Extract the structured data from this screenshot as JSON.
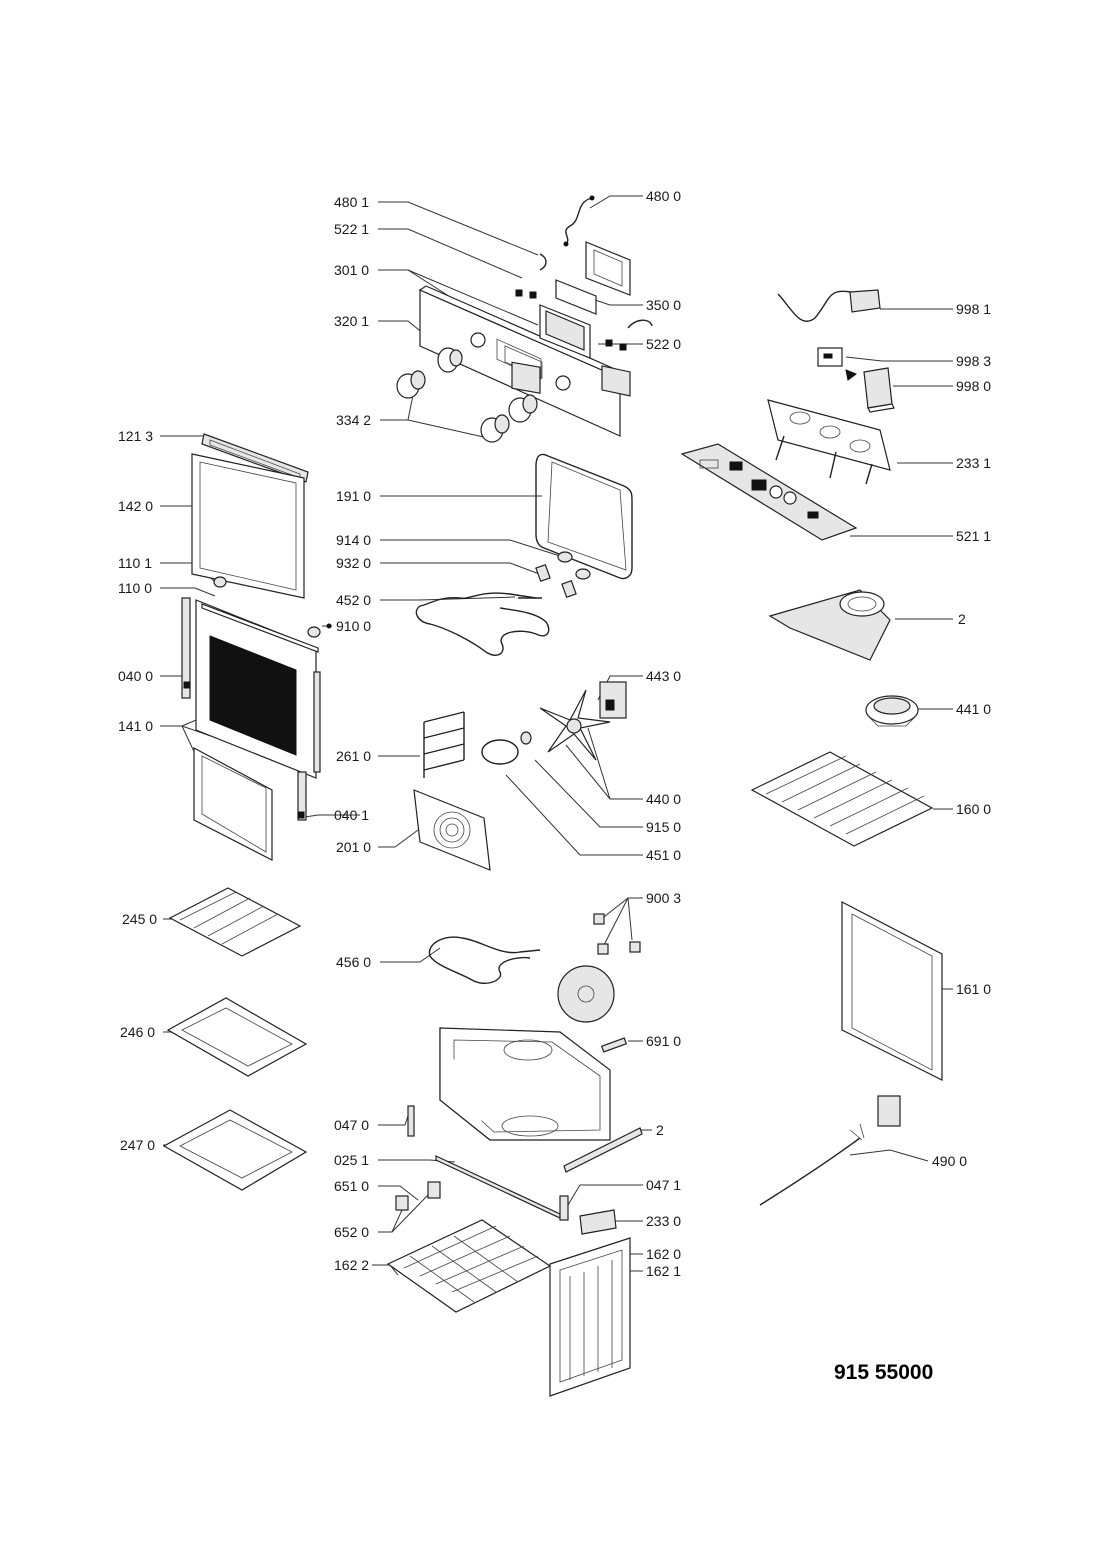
{
  "drawing": {
    "number": "915 55000",
    "labels": {
      "l4801": "480 1",
      "l4800": "480 0",
      "l5221": "522 1",
      "l3010": "301 0",
      "l3500": "350 0",
      "l3201": "320 1",
      "l5220": "522 0",
      "l3342": "334 2",
      "l9981": "998 1",
      "l9983": "998 3",
      "l9980": "998 0",
      "l2331": "233 1",
      "l1213": "121 3",
      "l1420": "142 0",
      "l1910": "191 0",
      "l5211": "521 1",
      "l9140": "914 0",
      "l9320": "932 0",
      "l1101": "110 1",
      "l1100": "110 0",
      "l4520": "452 0",
      "l9100": "910 0",
      "lfan2": "2",
      "l0400": "040 0",
      "l4430": "443 0",
      "l4410": "441 0",
      "l1410": "141 0",
      "l2610": "261 0",
      "l4400": "440 0",
      "l1600": "160 0",
      "l0401": "040 1",
      "l9150": "915 0",
      "l2010": "201 0",
      "l4510": "451 0",
      "l9003": "900 3",
      "l2450": "245 0",
      "l4560": "456 0",
      "l1610": "161 0",
      "l2460": "246 0",
      "l6910": "691 0",
      "l0470": "047 0",
      "lrail2": "2",
      "l2470": "247 0",
      "l0251": "025 1",
      "l4900": "490 0",
      "l6510": "651 0",
      "l0471": "047 1",
      "l6520": "652 0",
      "l2330": "233 0",
      "l1620": "162 0",
      "l1622": "162 2",
      "l1621": "162 1"
    }
  }
}
